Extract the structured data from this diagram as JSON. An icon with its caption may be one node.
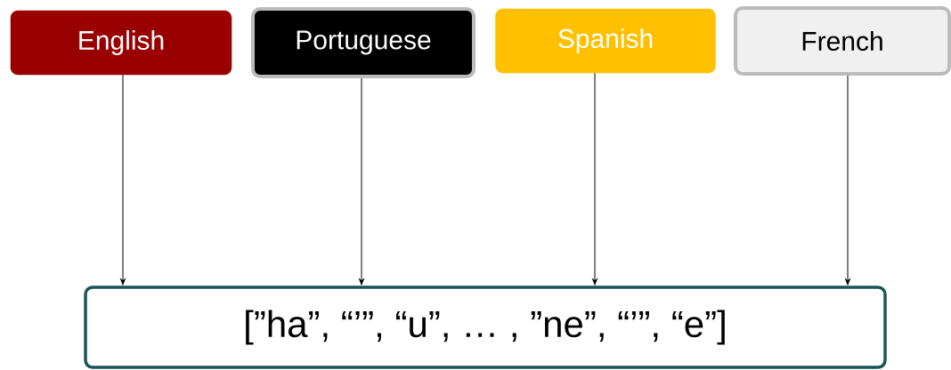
{
  "diagram": {
    "nodes": [
      {
        "text": [
          "English"
        ]
      },
      {
        "text": [
          "Portuguese"
        ]
      },
      {
        "text": [
          "Spanish"
        ]
      },
      {
        "text": [
          "French"
        ]
      },
      {
        "text": [
          "[”ha”, “’”, “u”, … , ”ne”, “’”, “e”]"
        ]
      }
    ],
    "edges": [
      {
        "from": 0,
        "to": 4,
        "arrow": "to"
      },
      {
        "from": 1,
        "to": 4,
        "arrow": "to"
      },
      {
        "from": 2,
        "to": 4,
        "arrow": "to"
      },
      {
        "from": 3,
        "to": 4,
        "arrow": "to"
      }
    ]
  }
}
